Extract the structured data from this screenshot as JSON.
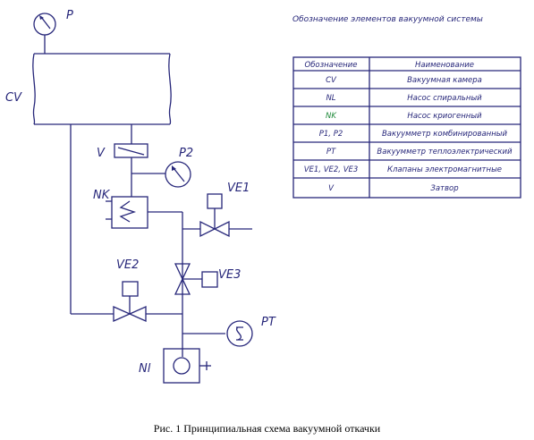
{
  "labels": {
    "p": "P",
    "cv": "CV",
    "v": "V",
    "p2": "P2",
    "nk": "NK",
    "ve1": "VE1",
    "ve2": "VE2",
    "ve3": "VE3",
    "pt": "PT",
    "nl": "Nl"
  },
  "legend": {
    "title": "Обозначение элементов вакуумной системы",
    "headers": [
      "Обозначение",
      "Наименование"
    ],
    "rows": [
      {
        "code": "CV",
        "name": "Вакуумная камера"
      },
      {
        "code": "NL",
        "name": "Насос спиральный"
      },
      {
        "code": "NK",
        "name": "Насос криогенный"
      },
      {
        "code": "P1, P2",
        "name": "Вакуумметр комбинированный"
      },
      {
        "code": "PT",
        "name": "Вакуумметр теплоэлектрический"
      },
      {
        "code": "VE1, VE2, VE3",
        "name": "Клапаны электромагнитные"
      },
      {
        "code": "V",
        "name": "Затвор"
      }
    ]
  },
  "caption": "Рис. 1 Принципиальная схема вакуумной откачки",
  "colors": {
    "line": "#27277a",
    "nk_code": "#1f8a3a"
  }
}
